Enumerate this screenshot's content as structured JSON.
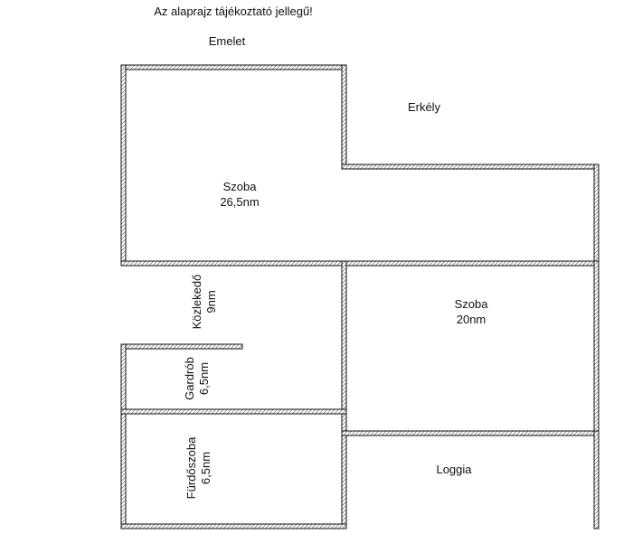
{
  "header": {
    "note": "Az alaprajz tájékoztató jellegű!",
    "floor": "Emelet"
  },
  "rooms": {
    "main_room": {
      "name": "Szoba",
      "area": "26,5nm"
    },
    "balcony": {
      "name": "Erkély"
    },
    "corridor": {
      "name": "Közlekedő",
      "area": "9nm"
    },
    "room2": {
      "name": "Szoba",
      "area": "20nm"
    },
    "wardrobe": {
      "name": "Gardrób",
      "area": "6,5nm"
    },
    "bathroom": {
      "name": "Fürdőszoba",
      "area": "6,5nm"
    },
    "loggia": {
      "name": "Loggia"
    }
  },
  "colors": {
    "wall_stroke": "#111111",
    "wall_hatch": "#555555",
    "background": "#ffffff"
  }
}
